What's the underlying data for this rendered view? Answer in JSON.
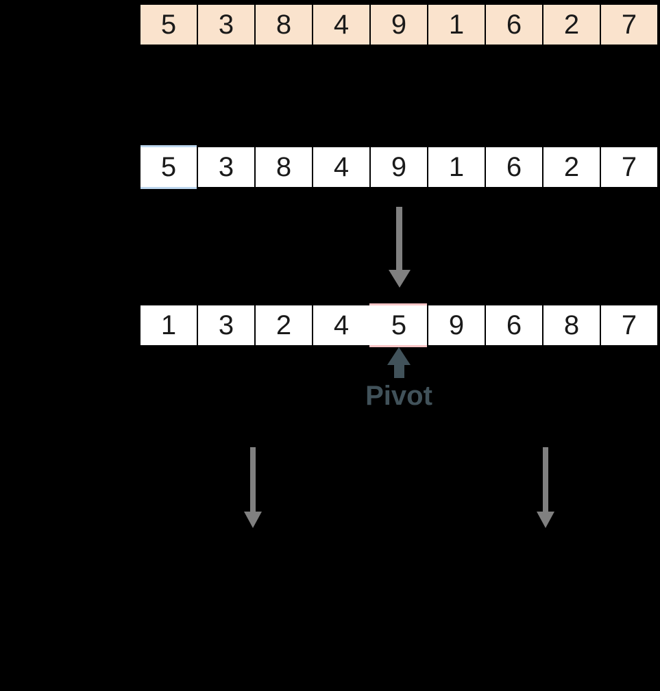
{
  "background_color": "#000000",
  "colors": {
    "initial_cell_fill": "#FAE3CD",
    "plain_cell_fill": "#FFFFFF",
    "selected_pivot_fill": "#BDD7EE",
    "placed_pivot_fill": "#F8C5C6",
    "cell_border": "#000000",
    "digit_text": "#1a1a1a",
    "gray_arrow": "#808080",
    "pivot_accent": "#41525A"
  },
  "diagram": {
    "rows": [
      {
        "id": "row-initial",
        "name": "initial-array",
        "values": [
          "5",
          "3",
          "8",
          "4",
          "9",
          "1",
          "6",
          "2",
          "7"
        ],
        "cell_fill": "#FAE3CD",
        "highlight_index": null,
        "highlight_fill": null
      },
      {
        "id": "row-selected",
        "name": "array-with-pivot-selected",
        "values": [
          "5",
          "3",
          "8",
          "4",
          "9",
          "1",
          "6",
          "2",
          "7"
        ],
        "cell_fill": "#FFFFFF",
        "highlight_index": 0,
        "highlight_fill": "#BDD7EE"
      },
      {
        "id": "row-partitioned",
        "name": "partitioned-array",
        "values": [
          "1",
          "3",
          "2",
          "4",
          "5",
          "9",
          "6",
          "8",
          "7"
        ],
        "cell_fill": "#FFFFFF",
        "highlight_index": 4,
        "highlight_fill": "#F8C5C6"
      }
    ],
    "pivot_label": "Pivot"
  }
}
